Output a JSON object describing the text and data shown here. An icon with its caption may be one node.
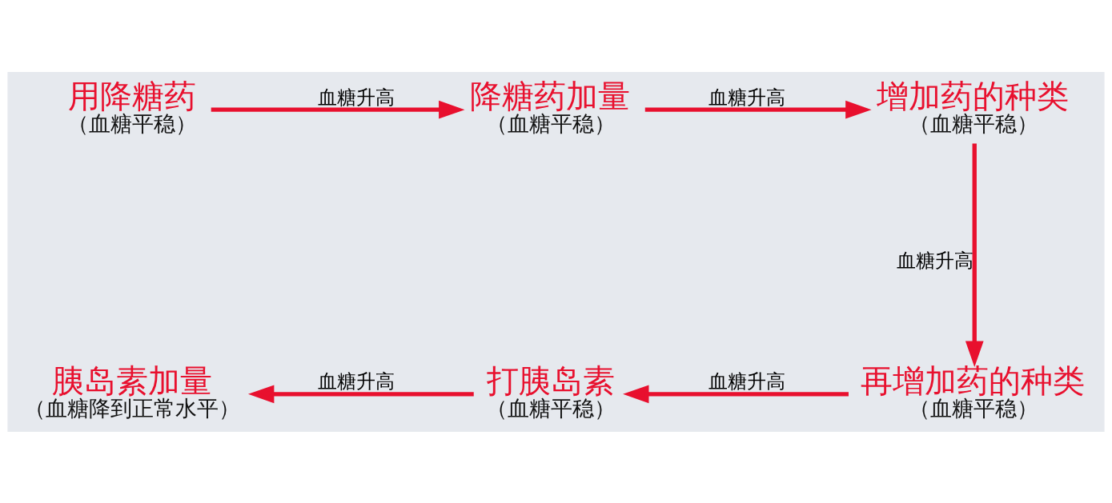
{
  "diagram": {
    "nodes": [
      {
        "text": [
          "用降糖药",
          "（血糖平稳）"
        ]
      },
      {
        "text": [
          "降糖药加量",
          "（血糖平稳）"
        ]
      },
      {
        "text": [
          "增加药的种类",
          "（血糖平稳）"
        ]
      },
      {
        "text": [
          "胰岛素加量",
          "（血糖降到正常水平）"
        ]
      },
      {
        "text": [
          "打胰岛素",
          "（血糖平稳）"
        ]
      },
      {
        "text": [
          "再增加药的种类",
          "（血糖平稳）"
        ]
      }
    ],
    "edges": [
      {
        "from": 0,
        "to": 1,
        "arrow": "to",
        "label": "血糖升高"
      },
      {
        "from": 1,
        "to": 2,
        "arrow": "to",
        "label": "血糖升高"
      },
      {
        "from": 2,
        "to": 5,
        "arrow": "to",
        "label": "血糖升高"
      },
      {
        "from": 5,
        "to": 4,
        "arrow": "to",
        "label": "血糖升高"
      },
      {
        "from": 4,
        "to": 3,
        "arrow": "to",
        "label": "血糖升高"
      }
    ]
  }
}
